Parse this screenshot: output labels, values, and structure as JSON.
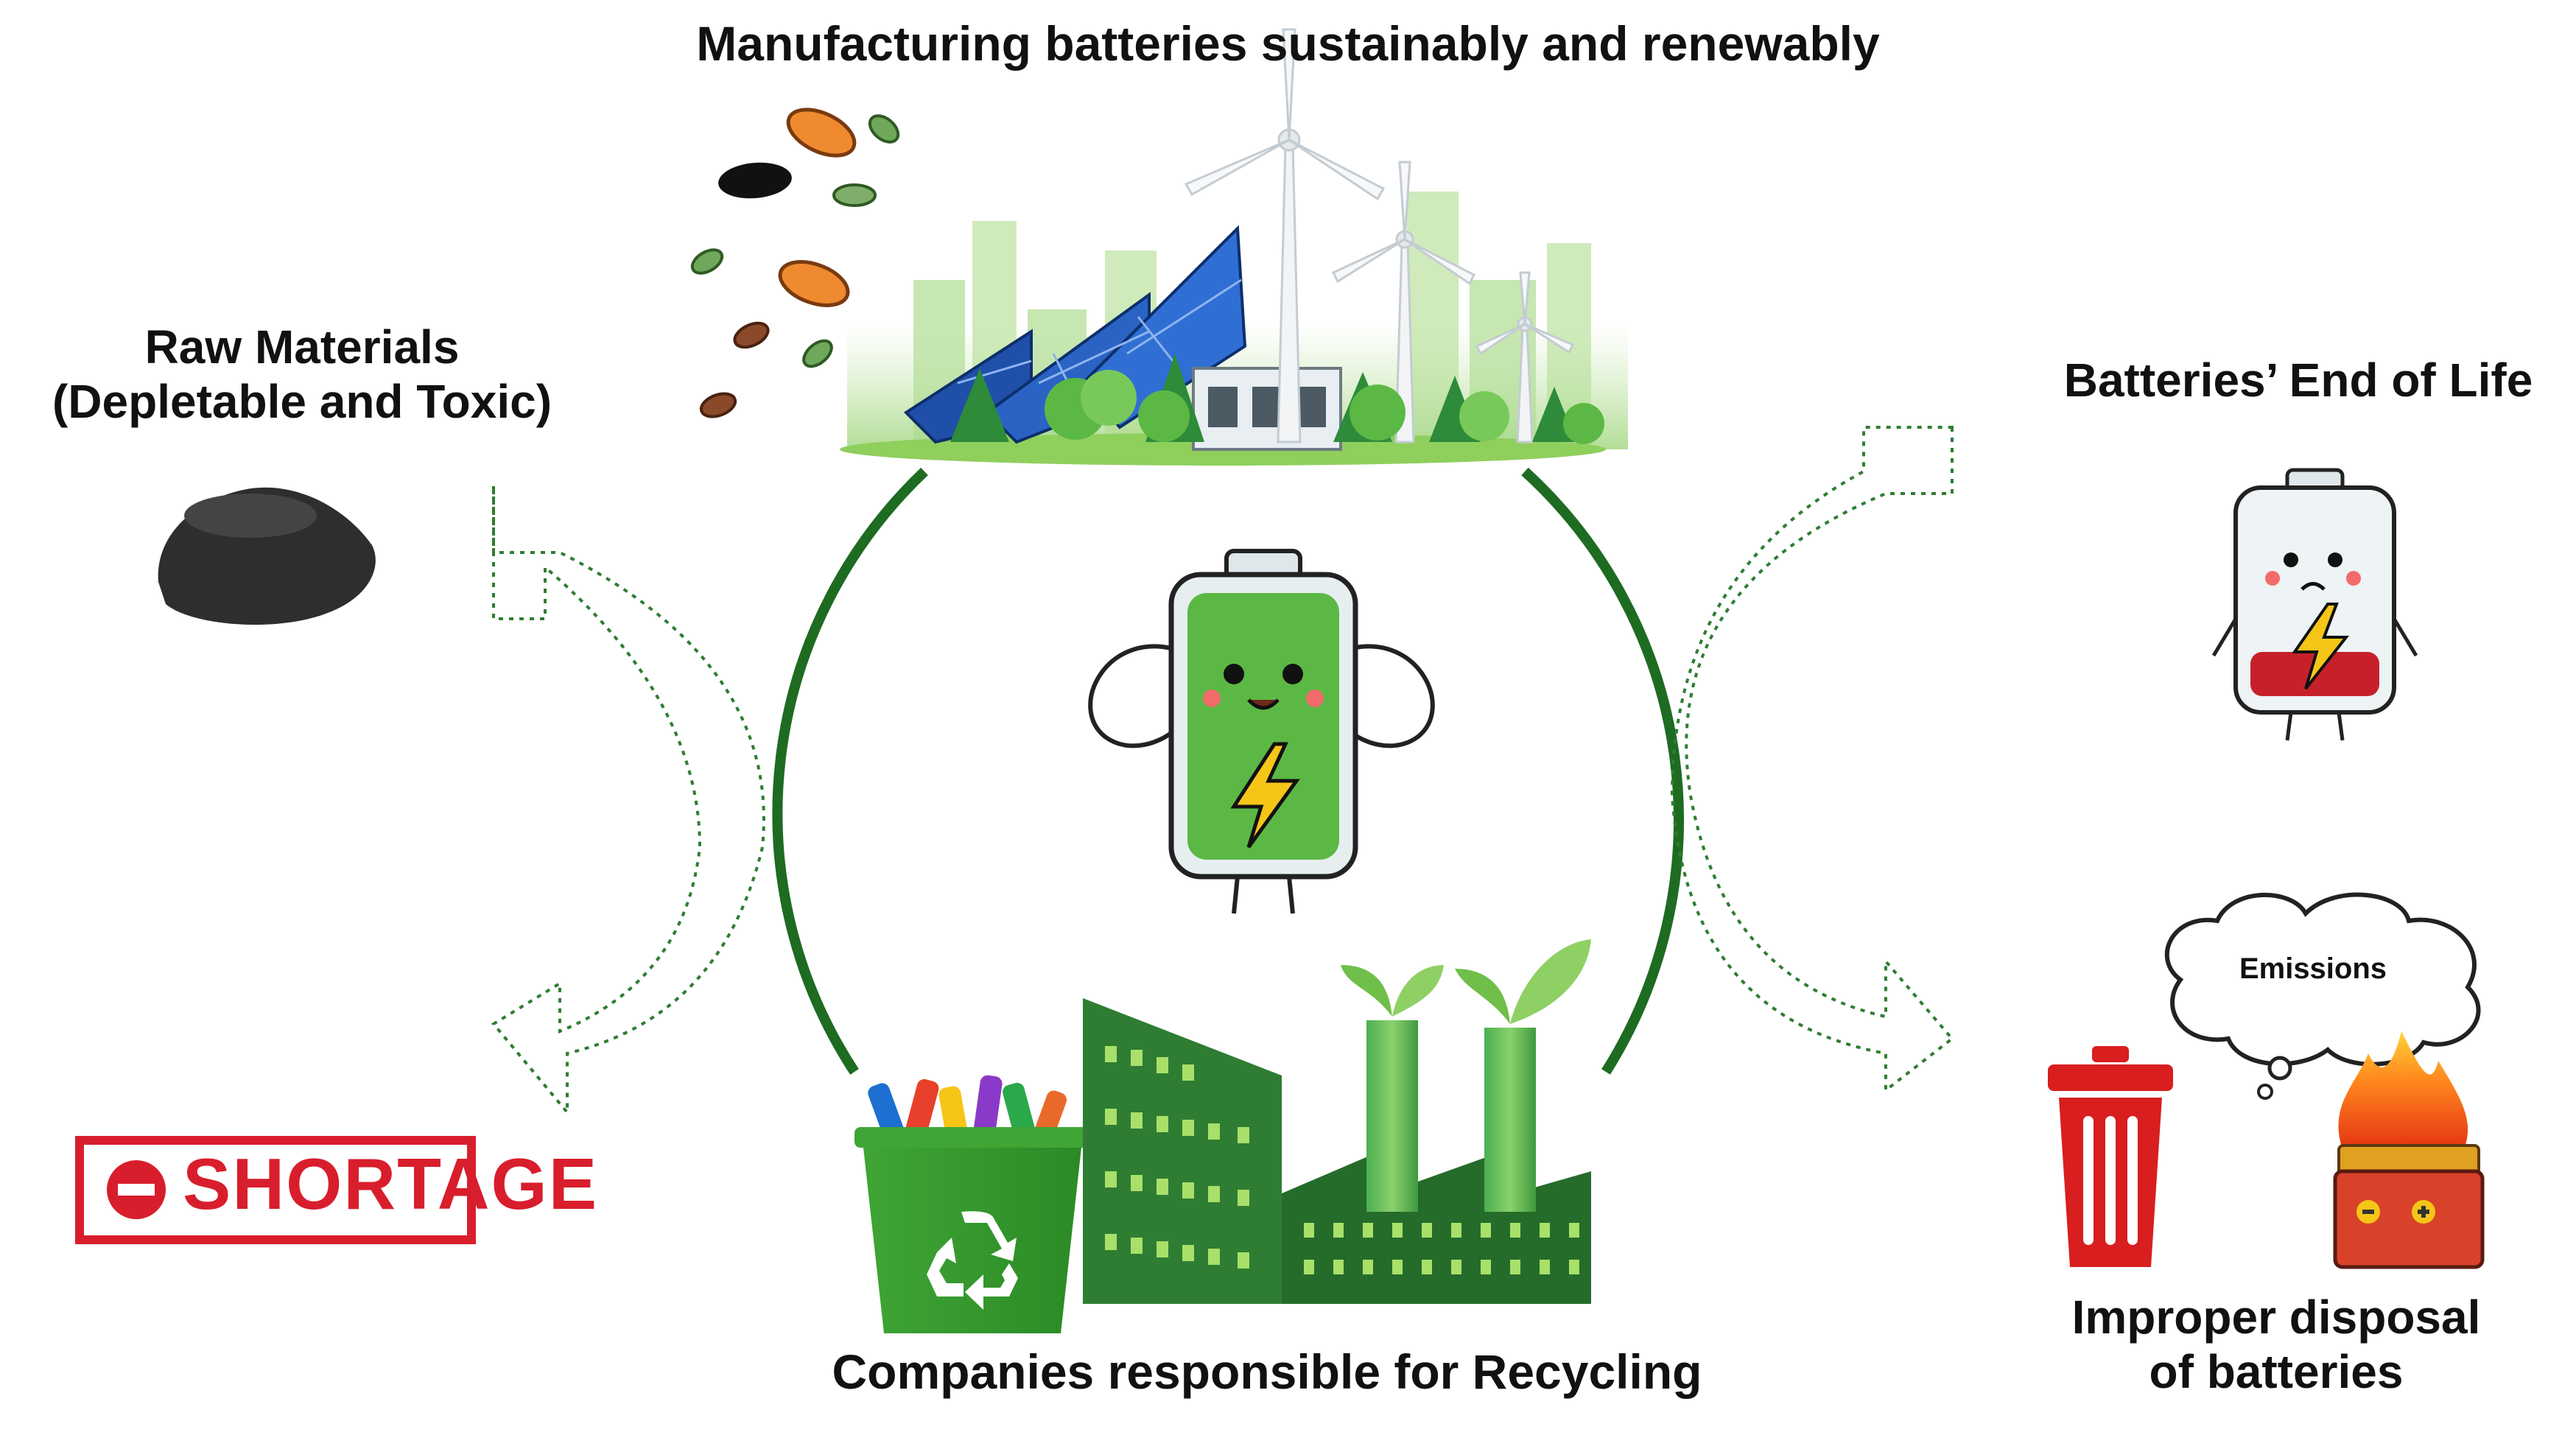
{
  "labels": {
    "top": "Manufacturing batteries   sustainably and renewably",
    "raw_line1": "Raw Materials",
    "raw_line2": "(Depletable and Toxic)",
    "end_of_life": "Batteries’ End of Life",
    "recycling": "Companies responsible for Recycling",
    "improper_line1": "Improper disposal",
    "improper_line2": "of batteries",
    "emissions": "Emissions",
    "shortage": "SHORTAGE"
  },
  "colors": {
    "cycle_green": "#1e6b22",
    "arrow_green": "#2f7d32",
    "battery_green": "#5cb845",
    "shortage_red": "#d81e2c",
    "bin_red": "#d81e1e",
    "factory_green": "#2e7d32"
  },
  "icons": [
    "bacteria-icon",
    "solar-panel-icon",
    "wind-turbine-icon",
    "tree-icon",
    "powder-pile-icon",
    "happy-battery-icon",
    "sad-battery-icon",
    "recycle-bin-icon",
    "factory-icon",
    "trash-can-icon",
    "burning-battery-icon",
    "thought-cloud-icon",
    "stop-icon"
  ]
}
